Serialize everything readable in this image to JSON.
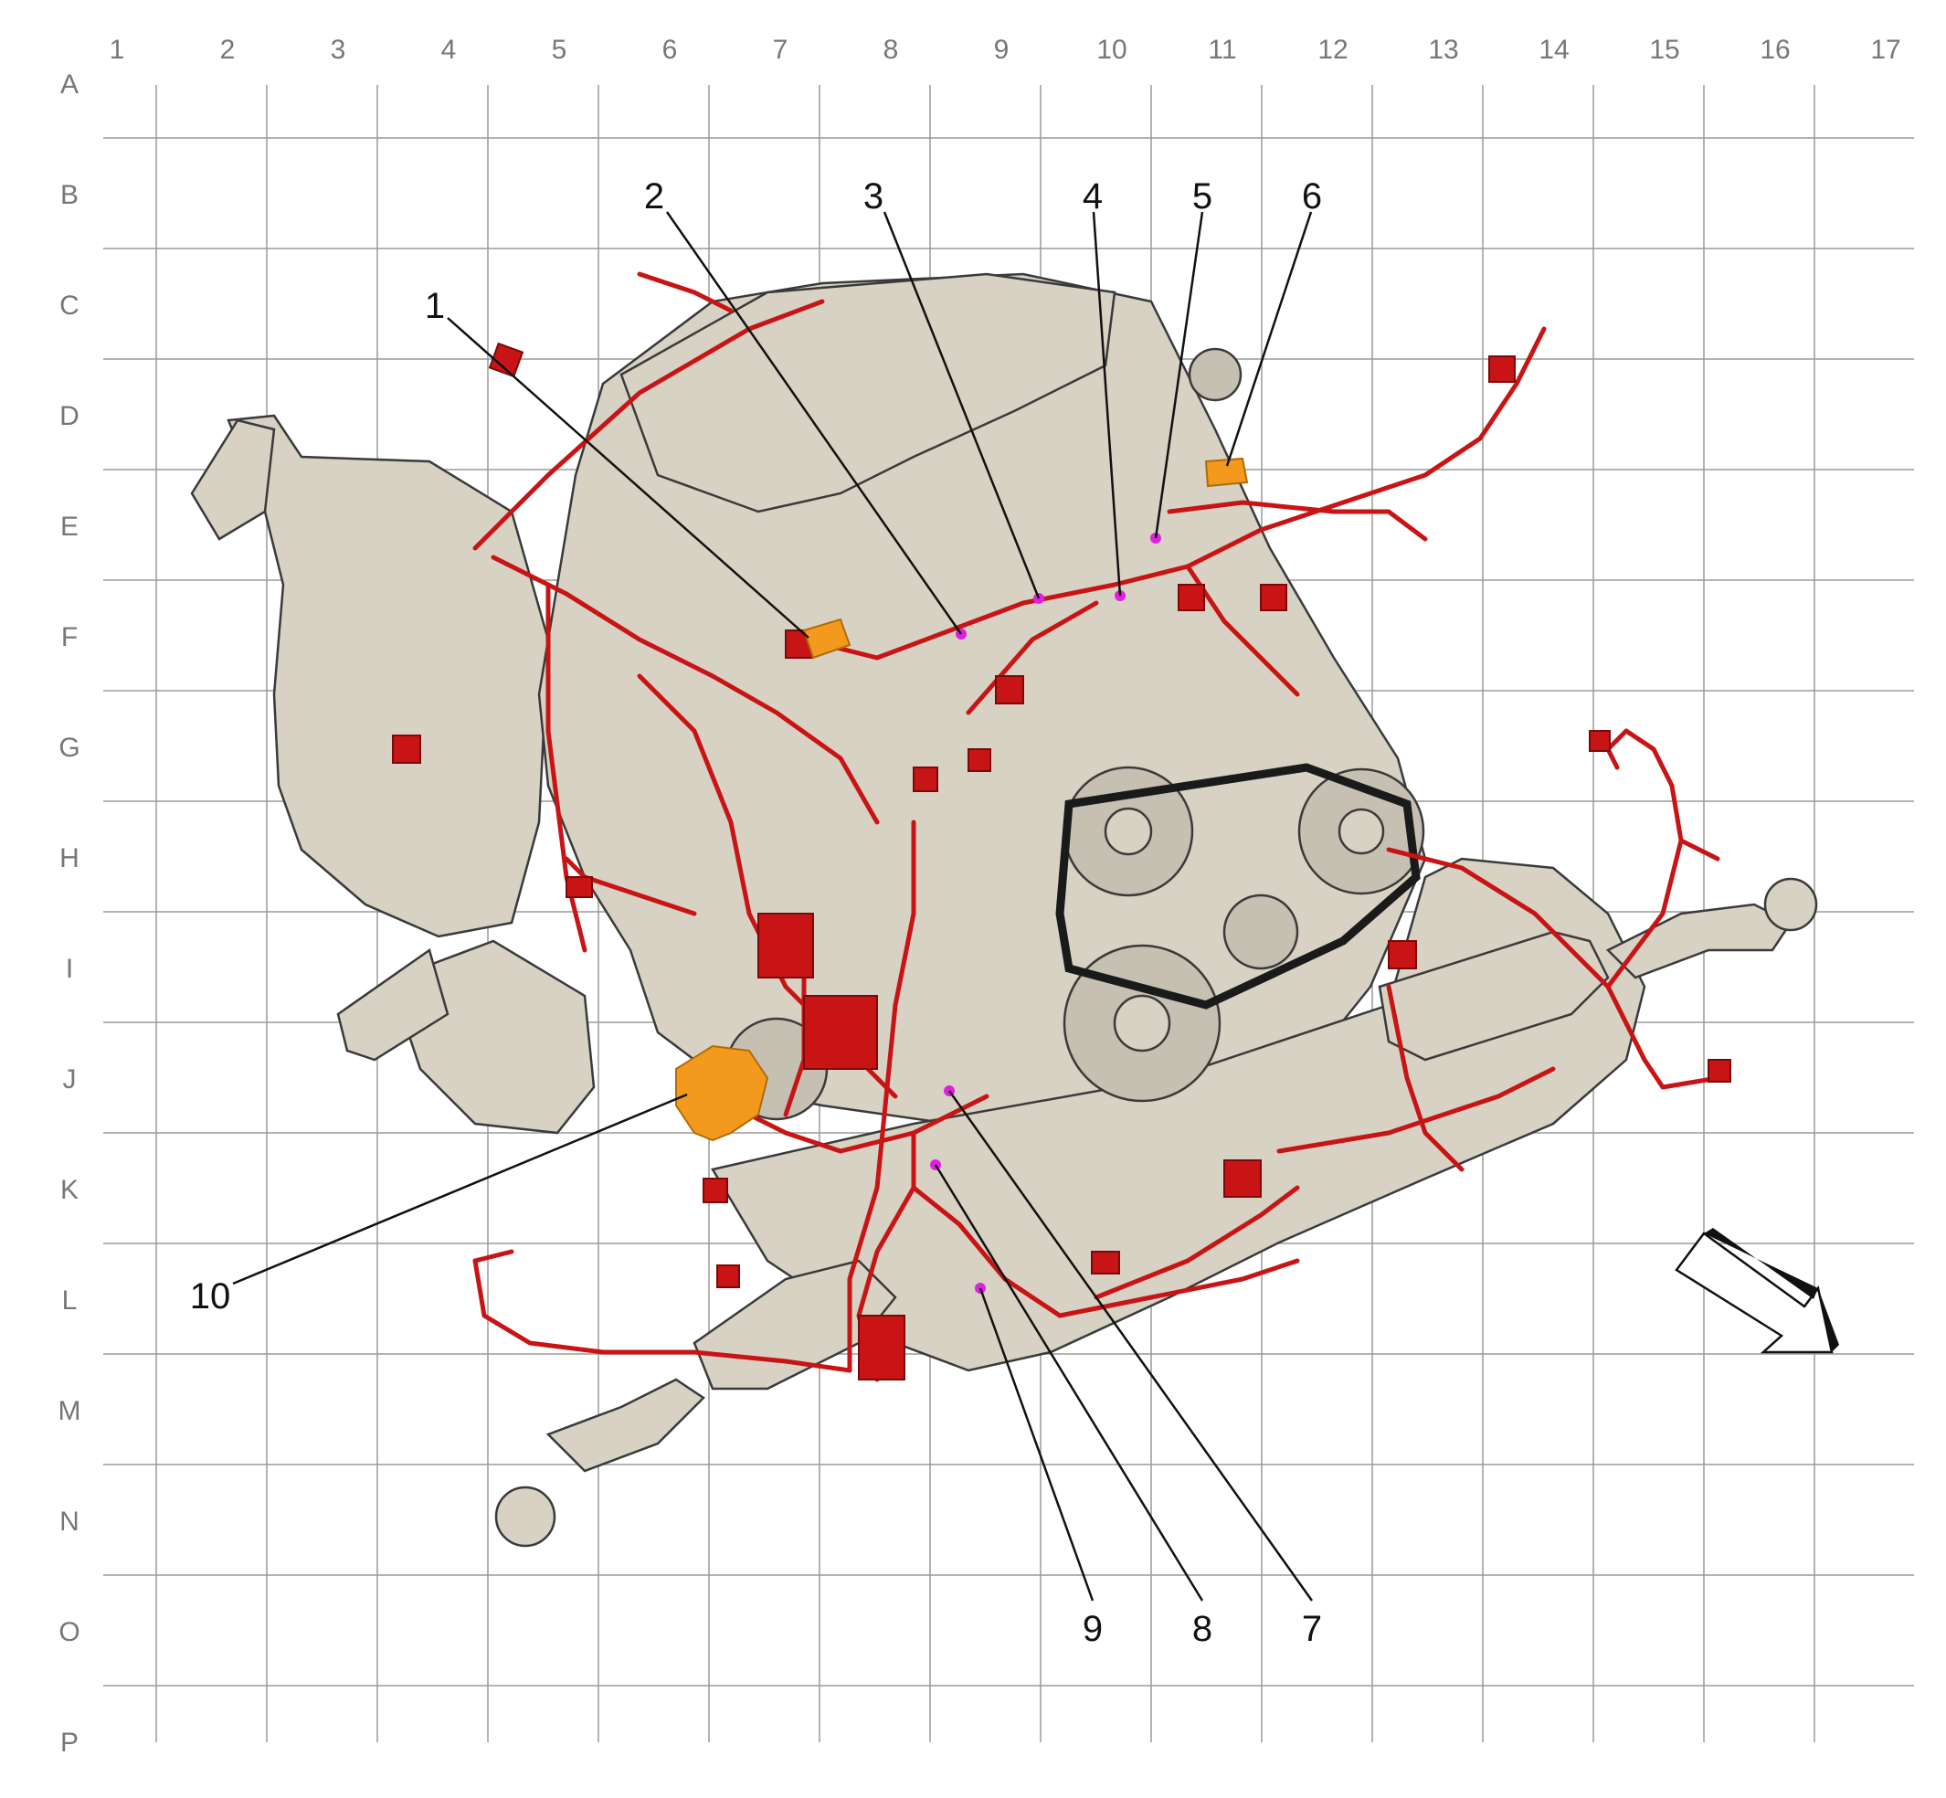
{
  "grid": {
    "columns": [
      "1",
      "2",
      "3",
      "4",
      "5",
      "6",
      "7",
      "8",
      "9",
      "10",
      "11",
      "12",
      "13",
      "14",
      "15",
      "16",
      "17"
    ],
    "rows": [
      "A",
      "B",
      "C",
      "D",
      "E",
      "F",
      "G",
      "H",
      "I",
      "J",
      "K",
      "L",
      "M",
      "N",
      "O",
      "P"
    ]
  },
  "callouts": [
    {
      "id": "1",
      "label": "1"
    },
    {
      "id": "2",
      "label": "2"
    },
    {
      "id": "3",
      "label": "3"
    },
    {
      "id": "4",
      "label": "4"
    },
    {
      "id": "5",
      "label": "5"
    },
    {
      "id": "6",
      "label": "6"
    },
    {
      "id": "7",
      "label": "7"
    },
    {
      "id": "8",
      "label": "8"
    },
    {
      "id": "9",
      "label": "9"
    },
    {
      "id": "10",
      "label": "10"
    }
  ],
  "colors": {
    "harness": "#c81414",
    "highlight_component": "#f39a1e",
    "connection_point": "#e020e0",
    "engine_fill": "#d8d2c4",
    "grid_line": "#9a9a9a",
    "leader_line": "#111111"
  },
  "icons": {
    "orientation_arrow": "forward-arrow-icon"
  }
}
